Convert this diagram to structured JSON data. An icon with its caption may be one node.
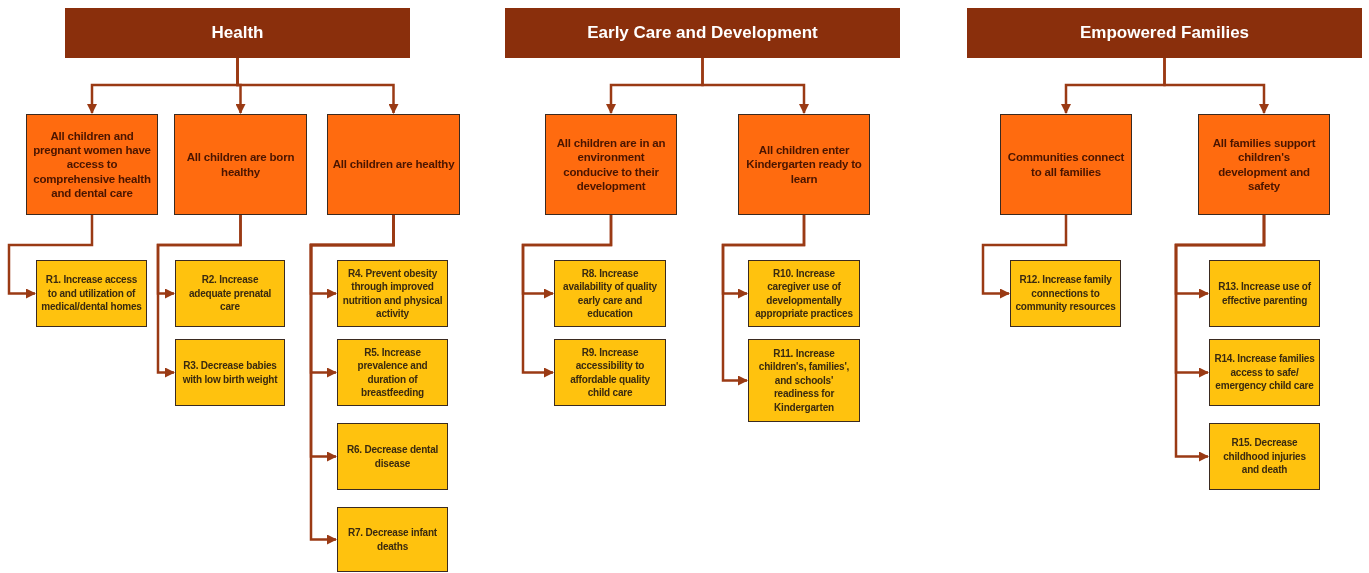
{
  "diagram": {
    "nodes": [
      {
        "text": [
          "Health"
        ]
      },
      {
        "text": [
          "Early Care and Development"
        ]
      },
      {
        "text": [
          "Empowered Families"
        ]
      },
      {
        "text": [
          "All children and pregnant women have access to comprehensive health and dental care"
        ]
      },
      {
        "text": [
          "All children are born healthy"
        ]
      },
      {
        "text": [
          "All children are healthy"
        ]
      },
      {
        "text": [
          "All children are in an environment conducive to their development"
        ]
      },
      {
        "text": [
          "All children enter Kindergarten ready to learn"
        ]
      },
      {
        "text": [
          "Communities connect to all families"
        ]
      },
      {
        "text": [
          "All families support children's development and safety"
        ]
      },
      {
        "text": [
          "R1. Increase access to and utilization of medical/dental homes"
        ]
      },
      {
        "text": [
          "R2. Increase adequate prenatal care"
        ]
      },
      {
        "text": [
          "R3. Decrease babies with low birth weight"
        ]
      },
      {
        "text": [
          "R4. Prevent obesity through improved nutrition and physical activity"
        ]
      },
      {
        "text": [
          "R5. Increase prevalence and duration of breastfeeding"
        ]
      },
      {
        "text": [
          "R6. Decrease dental disease"
        ]
      },
      {
        "text": [
          "R7. Decrease infant deaths"
        ]
      },
      {
        "text": [
          "R8. Increase availability of quality early care and education"
        ]
      },
      {
        "text": [
          "R9. Increase accessibility to affordable quality child care"
        ]
      },
      {
        "text": [
          "R10. Increase caregiver use of developmentally appropriate practices"
        ]
      },
      {
        "text": [
          "R11. Increase children's, families', and schools' readiness for Kindergarten"
        ]
      },
      {
        "text": [
          "R12. Increase family connections to community resources"
        ]
      },
      {
        "text": [
          "R13. Increase use of effective parenting"
        ]
      },
      {
        "text": [
          "R14. Increase families access to safe/ emergency child care"
        ]
      },
      {
        "text": [
          "R15. Decrease childhood injuries and death"
        ]
      }
    ],
    "edges": [
      {
        "from": 0,
        "to": 3,
        "arrow": "to"
      },
      {
        "from": 0,
        "to": 4,
        "arrow": "to"
      },
      {
        "from": 0,
        "to": 5,
        "arrow": "to"
      },
      {
        "from": 1,
        "to": 6,
        "arrow": "to"
      },
      {
        "from": 1,
        "to": 7,
        "arrow": "to"
      },
      {
        "from": 2,
        "to": 8,
        "arrow": "to"
      },
      {
        "from": 2,
        "to": 9,
        "arrow": "to"
      },
      {
        "from": 3,
        "to": 10,
        "arrow": "to"
      },
      {
        "from": 4,
        "to": 11,
        "arrow": "to"
      },
      {
        "from": 4,
        "to": 12,
        "arrow": "to"
      },
      {
        "from": 5,
        "to": 13,
        "arrow": "to"
      },
      {
        "from": 5,
        "to": 14,
        "arrow": "to"
      },
      {
        "from": 5,
        "to": 15,
        "arrow": "to"
      },
      {
        "from": 5,
        "to": 16,
        "arrow": "to"
      },
      {
        "from": 6,
        "to": 17,
        "arrow": "to"
      },
      {
        "from": 6,
        "to": 18,
        "arrow": "to"
      },
      {
        "from": 7,
        "to": 19,
        "arrow": "to"
      },
      {
        "from": 7,
        "to": 20,
        "arrow": "to"
      },
      {
        "from": 8,
        "to": 21,
        "arrow": "to"
      },
      {
        "from": 9,
        "to": 22,
        "arrow": "to"
      },
      {
        "from": 9,
        "to": 23,
        "arrow": "to"
      },
      {
        "from": 9,
        "to": 24,
        "arrow": "to"
      }
    ]
  }
}
